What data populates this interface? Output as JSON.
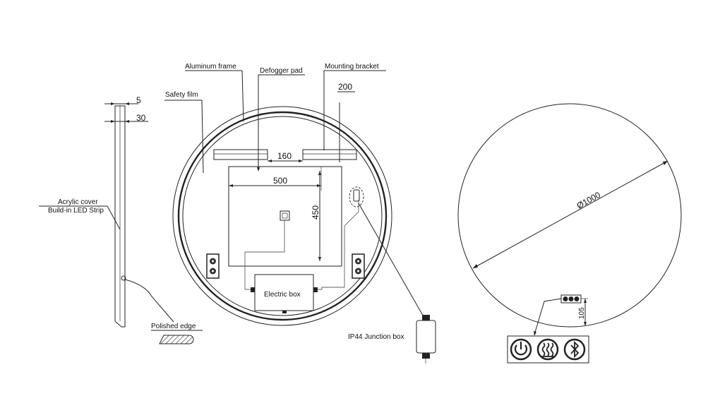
{
  "labels": {
    "aluminum_frame": "Aluminum frame",
    "defogger_pad": "Defogger pad",
    "mounting_bracket": "Mounting bracket",
    "safety_film": "Safety film",
    "acrylic_cover": "Acrylic cover",
    "led_strip": "Build-in LED Strip",
    "polished_edge": "Polished edge",
    "electric_box": "Electric box",
    "junction_box": "IP44 Junction box"
  },
  "dimensions": {
    "d5": "5",
    "d30": "30",
    "d200": "200",
    "d160": "160",
    "d500": "500",
    "d450": "450",
    "d1000": "Ø1000",
    "d105": "105"
  },
  "icons": [
    "power-icon",
    "defog-heat-icon",
    "bluetooth-icon"
  ]
}
